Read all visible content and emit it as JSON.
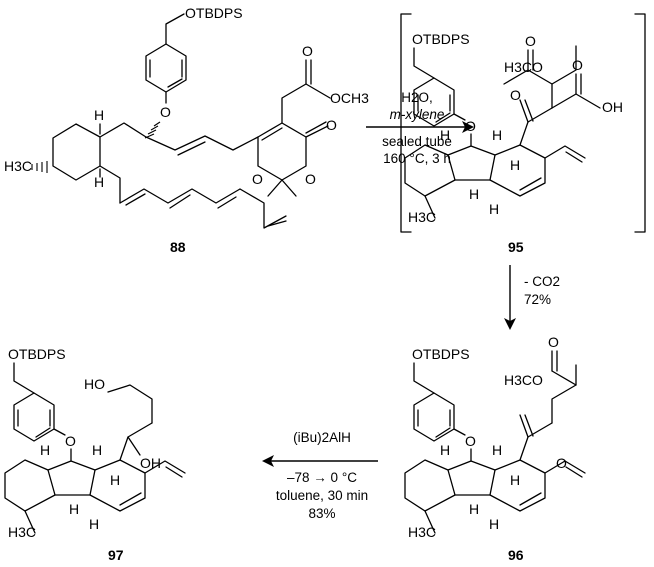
{
  "compounds": {
    "c88": {
      "number": "88",
      "labels": {
        "otbdps": "OTBDPS",
        "o_aryl": "O",
        "h_a": "H",
        "h_b": "H",
        "h3c": "H3C",
        "o_ring1": "O",
        "o_ring2": "O",
        "o_carbonyl": "O",
        "ester_o": "O",
        "och3": "OCH3"
      }
    },
    "c95": {
      "number": "95",
      "labels": {
        "otbdps": "OTBDPS",
        "h3co": "H3CO",
        "ester_o": "O",
        "o_aryl": "O",
        "acid_o": "O",
        "oh": "OH",
        "ketone_o": "O",
        "h1": "H",
        "h2": "H",
        "h3": "H",
        "h4": "H",
        "h5": "H",
        "h3c": "H3C"
      }
    },
    "c96": {
      "number": "96",
      "labels": {
        "otbdps": "OTBDPS",
        "h3co": "H3CO",
        "ester_o": "O",
        "o_aryl": "O",
        "ketone_o": "O",
        "h1": "H",
        "h2": "H",
        "h3": "H",
        "h4": "H",
        "h5": "H",
        "h3c": "H3C"
      }
    },
    "c97": {
      "number": "97",
      "labels": {
        "otbdps": "OTBDPS",
        "ho": "HO",
        "oh": "OH",
        "o_aryl": "O",
        "h1": "H",
        "h2": "H",
        "h3": "H",
        "h4": "H",
        "h5": "H",
        "h3c": "H3C"
      }
    }
  },
  "arrows": {
    "step1": {
      "above": [
        "H2O,",
        "m-xylene"
      ],
      "below": [
        "sealed tube",
        "160 °C, 3 h"
      ]
    },
    "step2": {
      "side": [
        "- CO2",
        "72%"
      ]
    },
    "step3": {
      "above": [
        "(iBu)2AlH"
      ],
      "below": [
        "–78 → 0 °C",
        "toluene, 30 min",
        "83%"
      ]
    }
  }
}
